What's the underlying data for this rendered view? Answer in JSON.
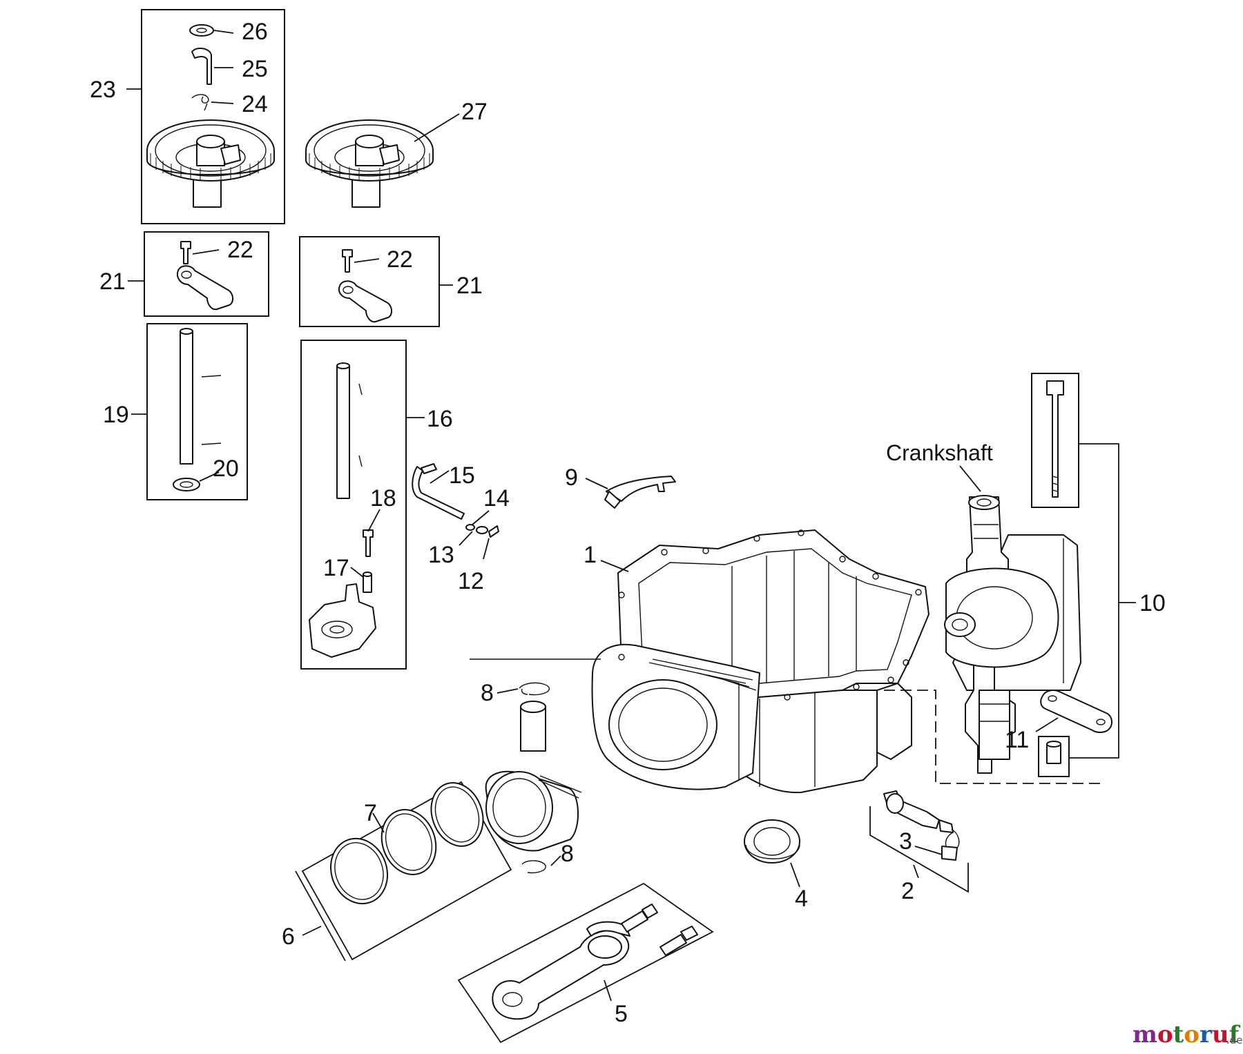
{
  "labels": {
    "l1": "1",
    "l2": "2",
    "l3": "3",
    "l4": "4",
    "l5": "5",
    "l6": "6",
    "l7": "7",
    "l8a": "8",
    "l8b": "8",
    "l9": "9",
    "l10": "10",
    "l11": "11",
    "l12": "12",
    "l13": "13",
    "l14": "14",
    "l15": "15",
    "l16": "16",
    "l17": "17",
    "l18": "18",
    "l19": "19",
    "l20": "20",
    "l21a": "21",
    "l21b": "21",
    "l22a": "22",
    "l22b": "22",
    "l23": "23",
    "l24": "24",
    "l25": "25",
    "l26": "26",
    "l27": "27",
    "crankshaft": "Crankshaft"
  },
  "watermark": {
    "brand_main": "motoruf",
    "brand_suffix": ".de",
    "colors": {
      "m": "#7a2a8a",
      "o1": "#c8102e",
      "t": "#2a7a2a",
      "o2": "#e07b00",
      "r": "#1a5aa8",
      "u": "#c8102e",
      "f": "#2a7a2a",
      "suffix": "#555555"
    }
  }
}
